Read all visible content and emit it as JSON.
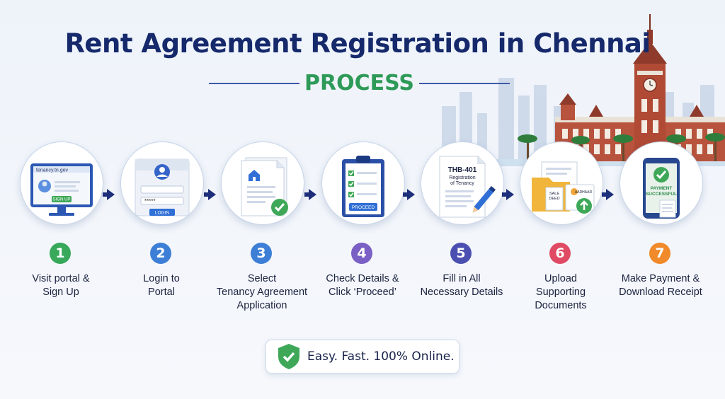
{
  "header": {
    "title": "Rent Agreement Registration in Chennai",
    "subtitle": "PROCESS"
  },
  "colors": {
    "title": "#15296b",
    "subtitle": "#2e9a58",
    "arrow": "#1d2f7a"
  },
  "steps": [
    {
      "number": "1",
      "label_lines": [
        "Visit portal &",
        "Sign Up"
      ],
      "color": "#38a85a",
      "icon": "monitor-signup-icon",
      "screen_url": "tenancy.tn.gov",
      "button": "SIGN UP"
    },
    {
      "number": "2",
      "label_lines": [
        "Login to",
        "Portal"
      ],
      "color": "#3d7fd6",
      "icon": "login-form-icon",
      "password": "*****",
      "button": "LOGIN"
    },
    {
      "number": "3",
      "label_lines": [
        "Select",
        "Tenancy Agreement",
        "Application"
      ],
      "color": "#3d7fd6",
      "icon": "document-check-icon"
    },
    {
      "number": "4",
      "label_lines": [
        "Check Details &",
        "Click ‘Proceed’"
      ],
      "color": "#7a5fc4",
      "icon": "clipboard-checklist-icon",
      "button": "PROCEED"
    },
    {
      "number": "5",
      "label_lines": [
        "Fill in All",
        "Necessary Details"
      ],
      "color": "#4a4fb0",
      "icon": "form-pen-icon",
      "doc_title": "THB-401",
      "doc_sub1": "Registration",
      "doc_sub2": "of Tenancy"
    },
    {
      "number": "6",
      "label_lines": [
        "Upload",
        "Supporting",
        "Documents"
      ],
      "color": "#e04a64",
      "icon": "upload-documents-icon",
      "doc1_line1": "SALE",
      "doc1_line2": "DEED",
      "doc2": "AADHAAR"
    },
    {
      "number": "7",
      "label_lines": [
        "Make Payment &",
        "Download Receipt"
      ],
      "color": "#f08a2a",
      "icon": "phone-payment-icon",
      "status_line1": "PAYMENT",
      "status_line2": "SUCCESSFUL"
    }
  ],
  "footer": {
    "badge_text": "Easy. Fast. 100% Online.",
    "icon": "shield-check-icon"
  }
}
